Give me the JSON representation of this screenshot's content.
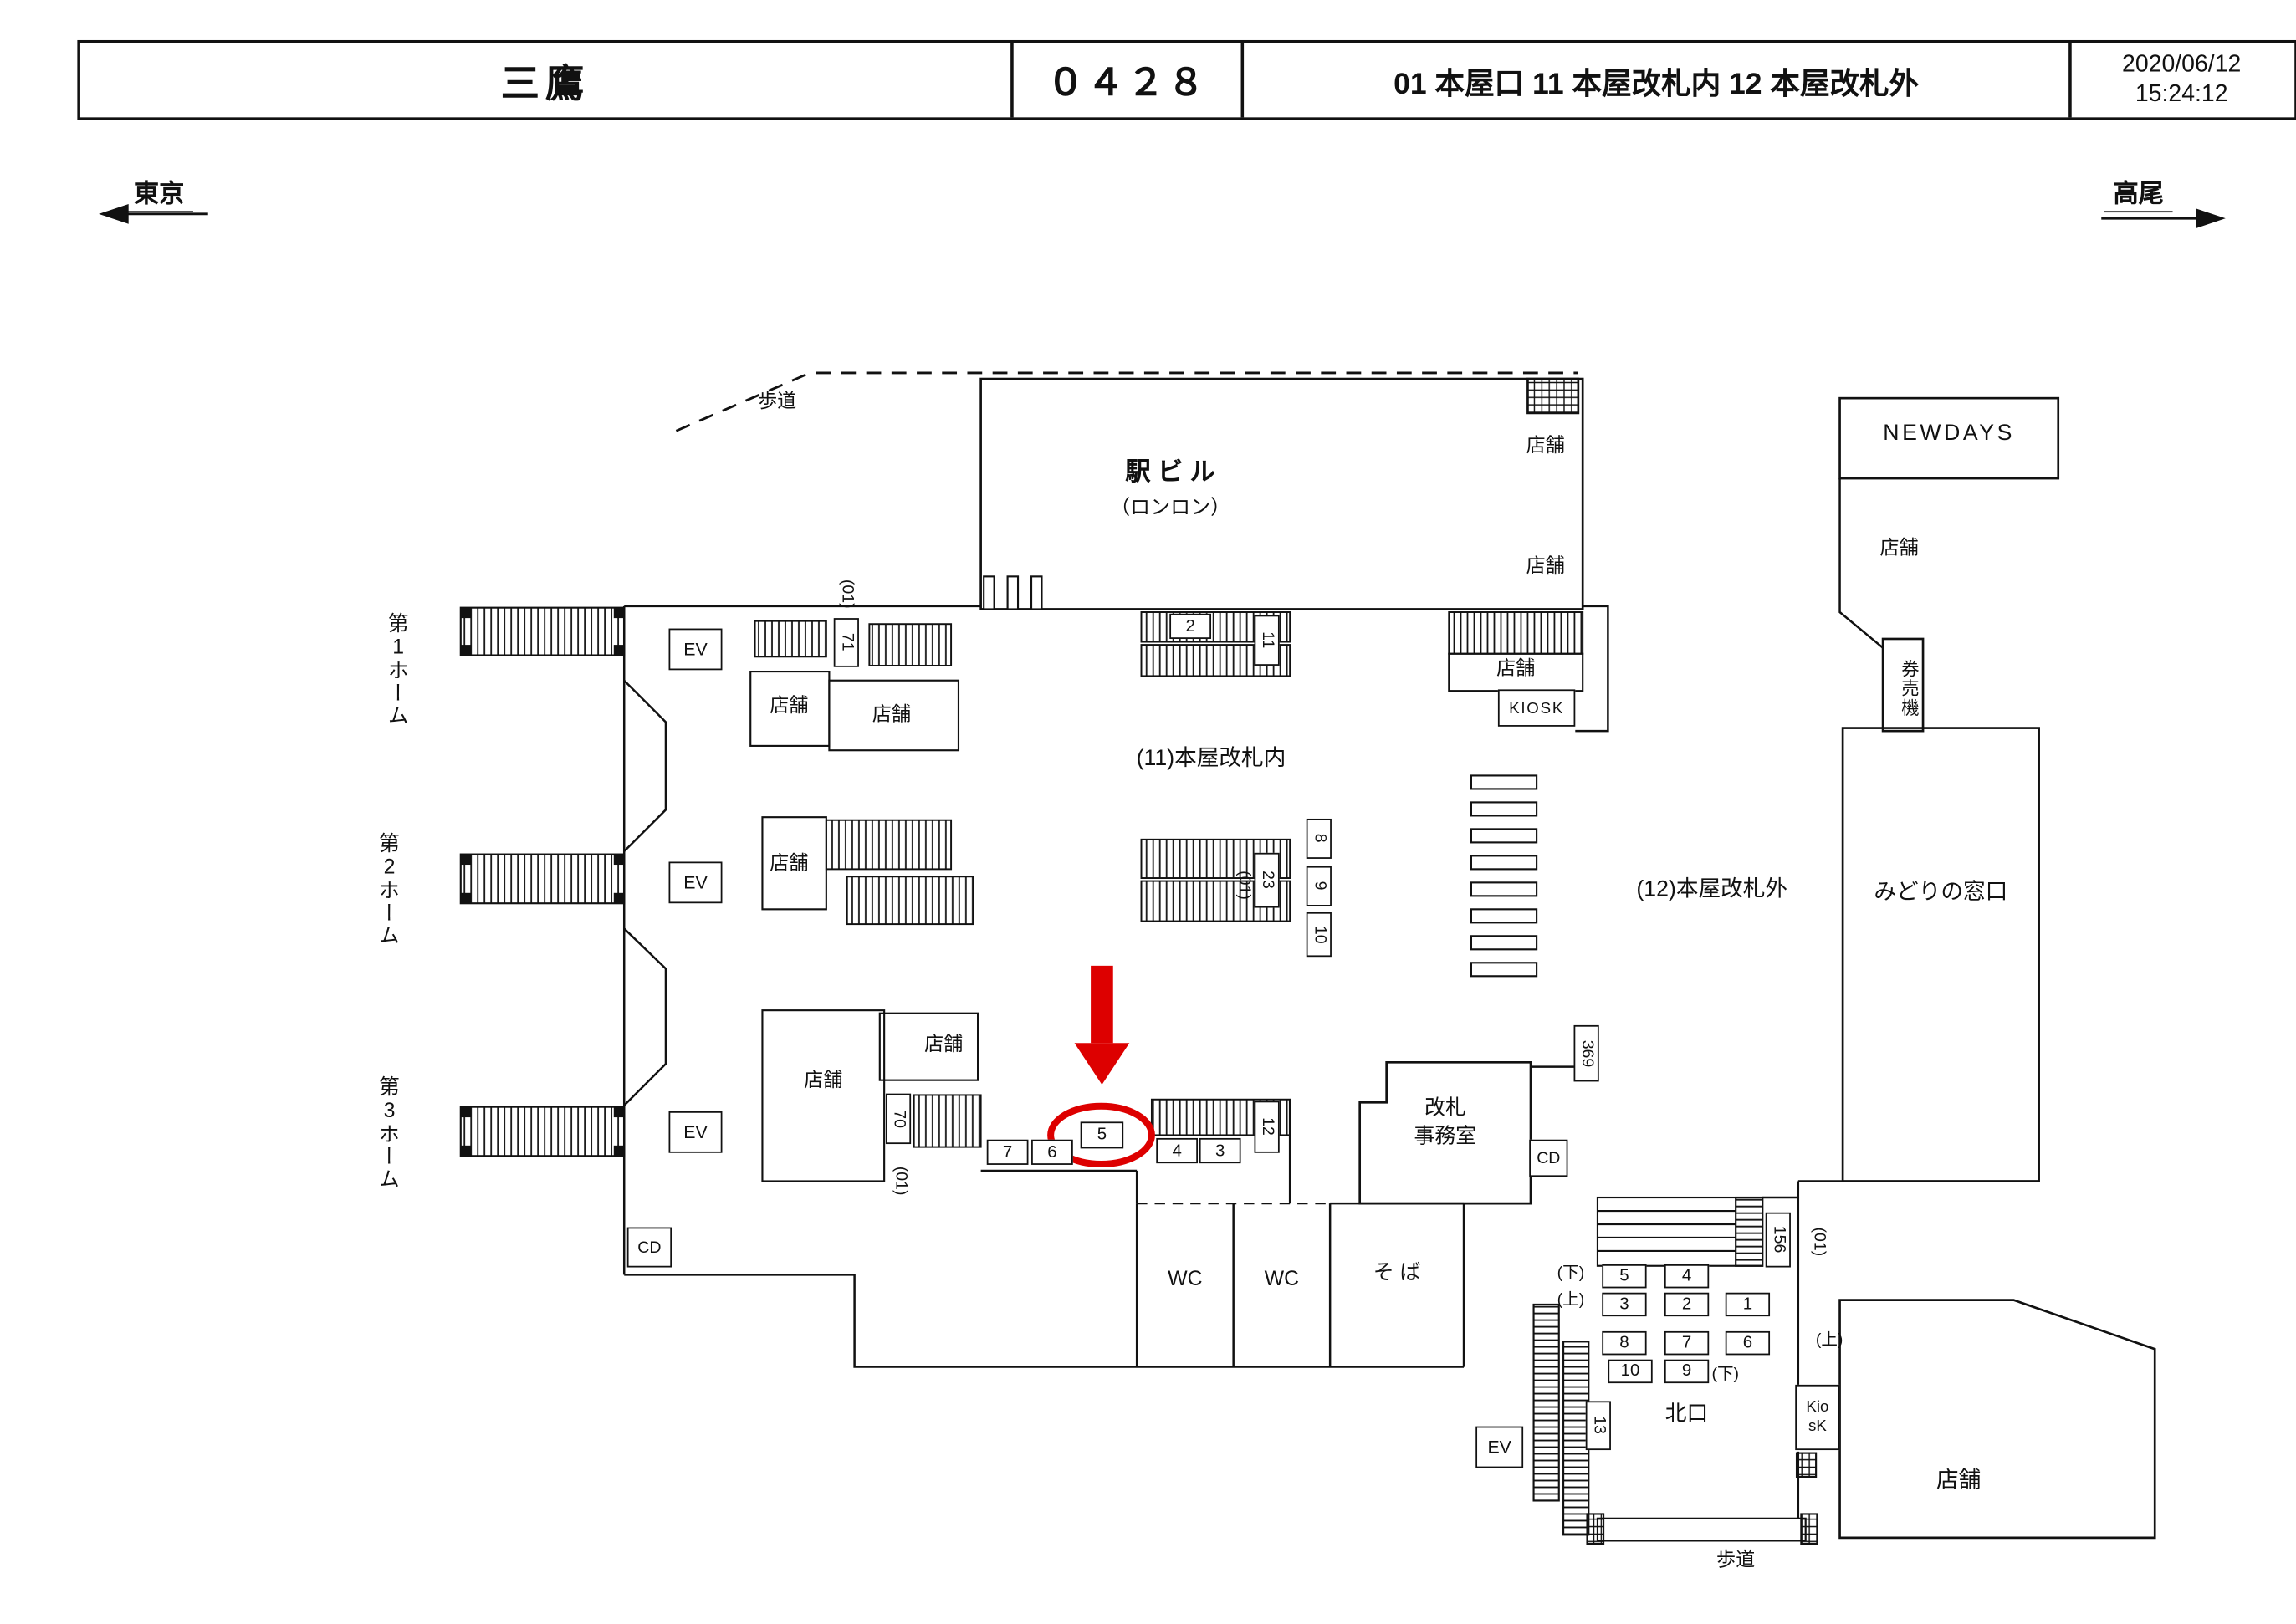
{
  "header": {
    "station_name": "三鷹",
    "station_code": "０４２８",
    "sections": "01 本屋口 11 本屋改札内  12 本屋改札外",
    "date": "2020/06/12",
    "time": "15:24:12"
  },
  "directions": {
    "left": "東京",
    "right": "高尾"
  },
  "areas": {
    "station_building": "駅 ビ ル",
    "station_building_sub": "（ロンロン）",
    "inside_gates": "(11)本屋改札内",
    "outside_gates": "(12)本屋改札外",
    "gate_office_line1": "改札",
    "gate_office_line2": "事務室",
    "midori_window": "みどりの窓口",
    "newdays": "NEWDAYS",
    "ticket_machines": "券売機",
    "north_exit": "北口",
    "soba": "そ ば",
    "wc": "WC",
    "kiosk": "KIOSK",
    "kiosk_small_line1": "Kio",
    "kiosk_small_line2": "sK",
    "elevator": "EV",
    "cd": "CD",
    "shop": "店舗",
    "sidewalk": "歩道",
    "platform1": "第1ホーム",
    "platform2": "第2ホーム",
    "platform3": "第3ホーム",
    "loc_01": "(01)",
    "up": "(上)",
    "down": "(下)"
  },
  "markers": {
    "m71": "71",
    "m2": "2",
    "m11": "11",
    "m23": "23",
    "m8": "8",
    "m9": "9",
    "m10": "10",
    "m70": "70",
    "m7": "7",
    "m6": "6",
    "m5": "5",
    "m4": "4",
    "m3": "3",
    "m12": "12",
    "m369": "369",
    "m156": "156",
    "m13": "13",
    "n1": "1",
    "n2": "2",
    "n3": "3",
    "n4": "4",
    "n5": "5",
    "n6": "6",
    "n7": "7",
    "n8": "8",
    "n9": "9",
    "n10": "10"
  },
  "highlight": {
    "selected_marker": "5",
    "color": "#dd0000"
  }
}
